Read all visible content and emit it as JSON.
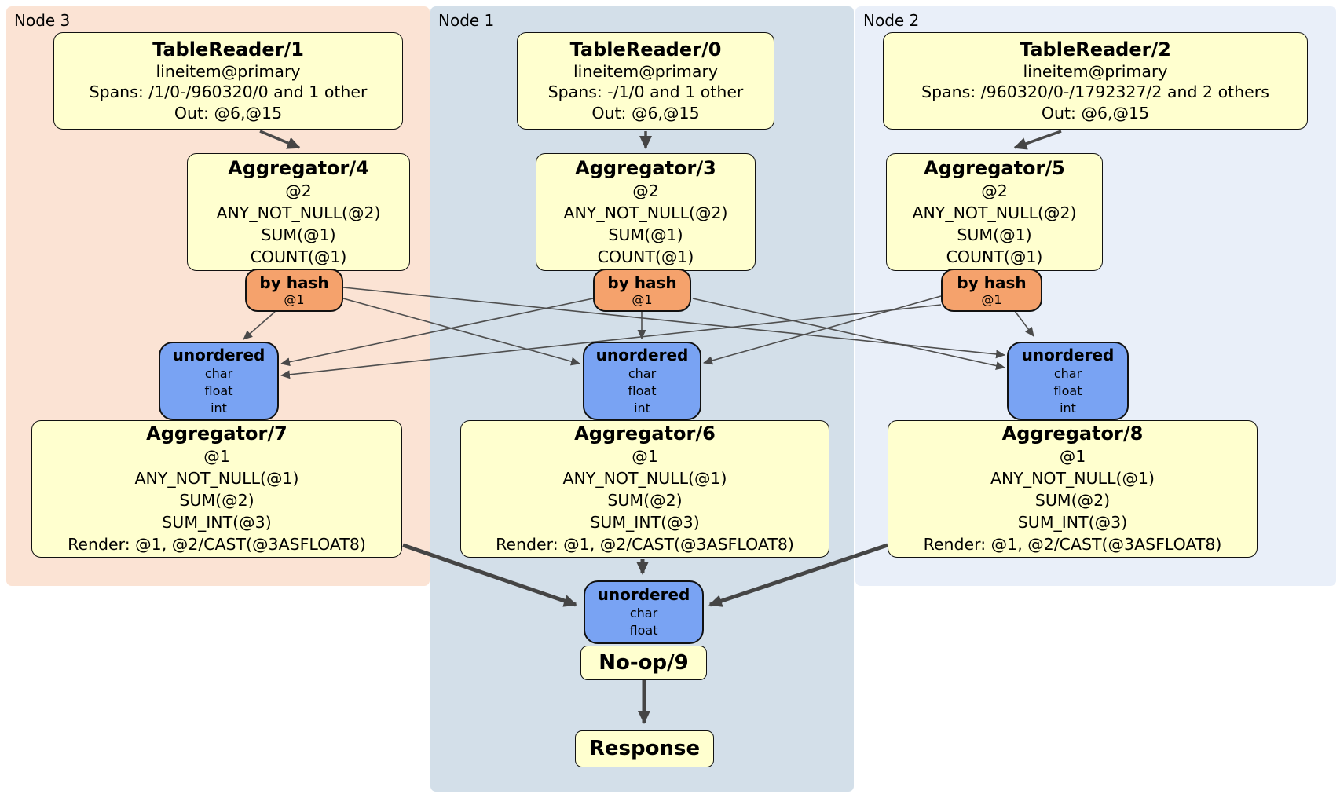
{
  "regions": {
    "node3": {
      "label": "Node 3"
    },
    "node1": {
      "label": "Node 1"
    },
    "node2": {
      "label": "Node 2"
    }
  },
  "processors": {
    "tablereader1": {
      "title": "TableReader/1",
      "lines": [
        "lineitem@primary",
        "Spans: /1/0-/960320/0 and 1 other",
        "Out: @6,@15"
      ]
    },
    "tablereader0": {
      "title": "TableReader/0",
      "lines": [
        "lineitem@primary",
        "Spans: -/1/0 and 1 other",
        "Out: @6,@15"
      ]
    },
    "tablereader2": {
      "title": "TableReader/2",
      "lines": [
        "lineitem@primary",
        "Spans: /960320/0-/1792327/2 and 2 others",
        "Out: @6,@15"
      ]
    },
    "aggregator4": {
      "title": "Aggregator/4",
      "lines": [
        "@2",
        "ANY_NOT_NULL(@2)",
        "SUM(@1)",
        "COUNT(@1)"
      ]
    },
    "aggregator3": {
      "title": "Aggregator/3",
      "lines": [
        "@2",
        "ANY_NOT_NULL(@2)",
        "SUM(@1)",
        "COUNT(@1)"
      ]
    },
    "aggregator5": {
      "title": "Aggregator/5",
      "lines": [
        "@2",
        "ANY_NOT_NULL(@2)",
        "SUM(@1)",
        "COUNT(@1)"
      ]
    },
    "aggregator7": {
      "title": "Aggregator/7",
      "lines": [
        "@1",
        "ANY_NOT_NULL(@1)",
        "SUM(@2)",
        "SUM_INT(@3)",
        "Render: @1, @2/CAST(@3ASFLOAT8)"
      ]
    },
    "aggregator6": {
      "title": "Aggregator/6",
      "lines": [
        "@1",
        "ANY_NOT_NULL(@1)",
        "SUM(@2)",
        "SUM_INT(@3)",
        "Render: @1, @2/CAST(@3ASFLOAT8)"
      ]
    },
    "aggregator8": {
      "title": "Aggregator/8",
      "lines": [
        "@1",
        "ANY_NOT_NULL(@1)",
        "SUM(@2)",
        "SUM_INT(@3)",
        "Render: @1, @2/CAST(@3ASFLOAT8)"
      ]
    },
    "noop9": {
      "title": "No-op/9"
    },
    "response": {
      "title": "Response"
    }
  },
  "routers": {
    "byhash_node3": {
      "title": "by hash",
      "lines": [
        "@1"
      ]
    },
    "byhash_node1": {
      "title": "by hash",
      "lines": [
        "@1"
      ]
    },
    "byhash_node2": {
      "title": "by hash",
      "lines": [
        "@1"
      ]
    }
  },
  "syncs": {
    "unordered_node3": {
      "title": "unordered",
      "lines": [
        "char",
        "float",
        "int"
      ]
    },
    "unordered_node1": {
      "title": "unordered",
      "lines": [
        "char",
        "float",
        "int"
      ]
    },
    "unordered_node2": {
      "title": "unordered",
      "lines": [
        "char",
        "float",
        "int"
      ]
    },
    "unordered_final": {
      "title": "unordered",
      "lines": [
        "char",
        "float"
      ]
    }
  },
  "colors": {
    "node3_bg": "#fbe3d4",
    "node1_bg": "#d3dfe9",
    "node2_bg": "#e9eff9",
    "processor_bg": "#ffffcf",
    "router_bg": "#f5a26c",
    "sync_bg": "#79a3f3",
    "box_border": "#111111",
    "edge": "#4a4a4a"
  }
}
